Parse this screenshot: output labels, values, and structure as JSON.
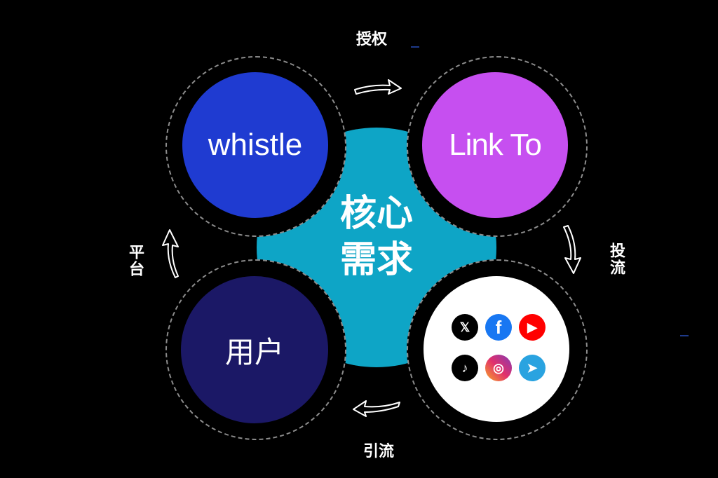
{
  "center": {
    "line1": "核心",
    "line2": "需求"
  },
  "nodes": {
    "whistle": {
      "label": "whistle",
      "color": "#1f3bd1"
    },
    "linkto": {
      "label": "Link To",
      "color": "#c64ff0"
    },
    "users": {
      "label": "用户",
      "color": "#1b1866"
    },
    "channels": {
      "color": "#ffffff"
    }
  },
  "edges": {
    "top": "授权",
    "right": "投流",
    "bottom": "引流",
    "left": "平台"
  },
  "socials": [
    {
      "name": "x-icon",
      "glyph": "𝕏",
      "color": "#000000"
    },
    {
      "name": "facebook-icon",
      "glyph": "f",
      "color": "#1877f2"
    },
    {
      "name": "youtube-icon",
      "glyph": "▶",
      "color": "#ff0000"
    },
    {
      "name": "tiktok-icon",
      "glyph": "♪",
      "color": "#000000"
    },
    {
      "name": "instagram-icon",
      "glyph": "◎",
      "color": "#d6249f"
    },
    {
      "name": "telegram-icon",
      "glyph": "➤",
      "color": "#2aa3e0"
    }
  ]
}
